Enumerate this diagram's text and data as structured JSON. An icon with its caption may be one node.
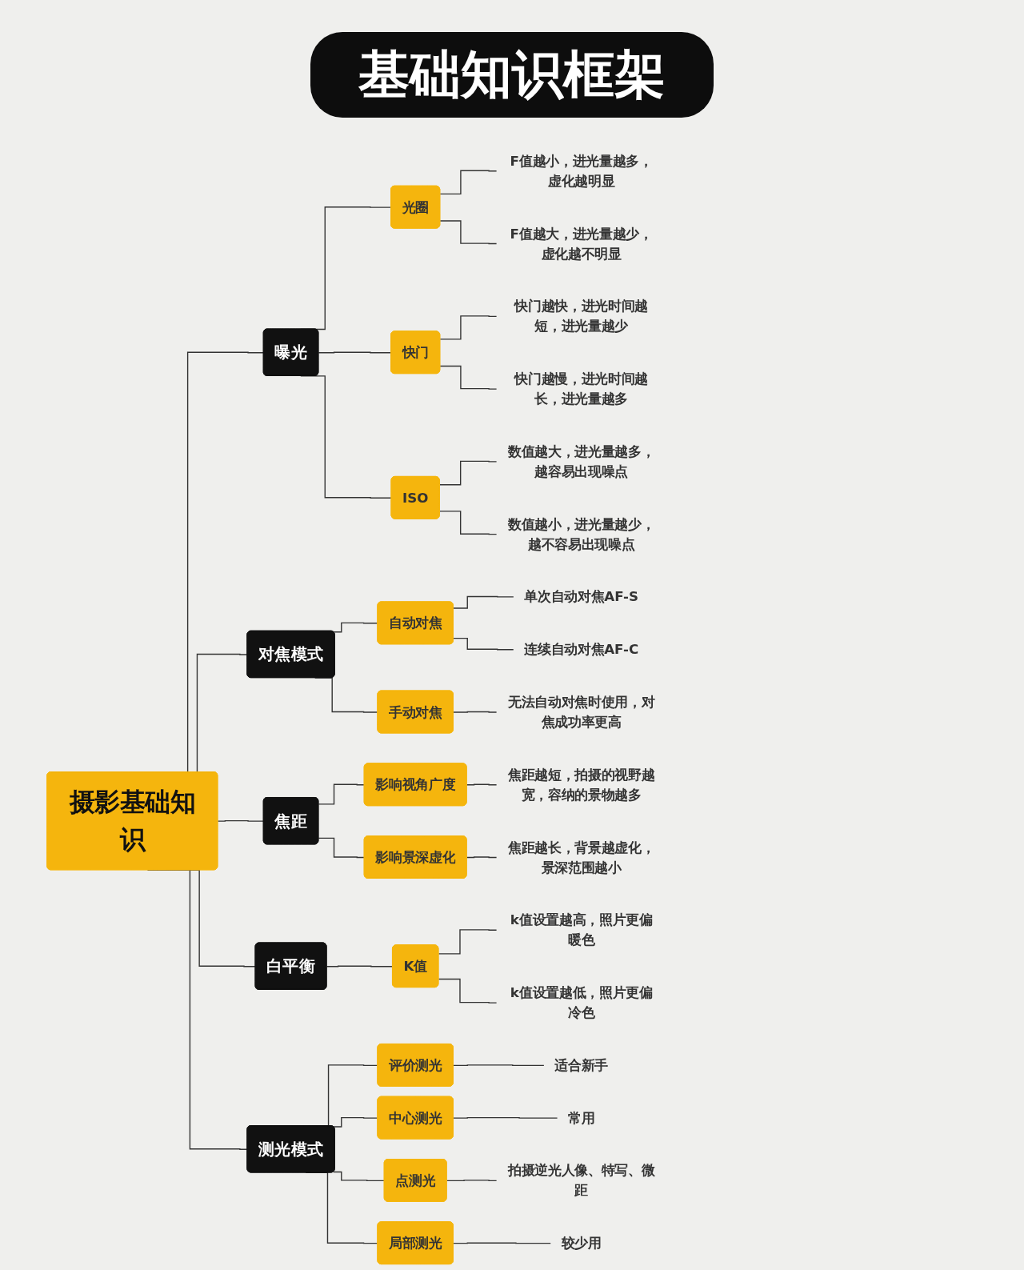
{
  "diagram": {
    "title": "基础知识框架",
    "nodes": [
      {
        "text": [
          "摄影基础知识"
        ]
      },
      {
        "text": [
          "曝光"
        ]
      },
      {
        "text": [
          "光圈"
        ]
      },
      {
        "text": [
          "F值越小，进光量越多，虚化越明显"
        ]
      },
      {
        "text": [
          "F值越大，进光量越少，虚化越不明显"
        ]
      },
      {
        "text": [
          "快门"
        ]
      },
      {
        "text": [
          "快门越快，进光时间越短，进光量越少"
        ]
      },
      {
        "text": [
          "快门越慢，进光时间越长，进光量越多"
        ]
      },
      {
        "text": [
          "ISO"
        ]
      },
      {
        "text": [
          "数值越大，进光量越多，越容易出现噪点"
        ]
      },
      {
        "text": [
          "数值越小，进光量越少，越不容易出现噪点"
        ]
      },
      {
        "text": [
          "对焦模式"
        ]
      },
      {
        "text": [
          "自动对焦"
        ]
      },
      {
        "text": [
          "单次自动对焦AF-S"
        ]
      },
      {
        "text": [
          "连续自动对焦AF-C"
        ]
      },
      {
        "text": [
          "手动对焦"
        ]
      },
      {
        "text": [
          "无法自动对焦时使用，对焦成功率更高"
        ]
      },
      {
        "text": [
          "焦距"
        ]
      },
      {
        "text": [
          "影响视角广度"
        ]
      },
      {
        "text": [
          "焦距越短，拍摄的视野越宽，容纳的景物越多"
        ]
      },
      {
        "text": [
          "影响景深虚化"
        ]
      },
      {
        "text": [
          "焦距越长，背景越虚化，景深范围越小"
        ]
      },
      {
        "text": [
          "白平衡"
        ]
      },
      {
        "text": [
          "K值"
        ]
      },
      {
        "text": [
          "k值设置越高，照片更偏暖色"
        ]
      },
      {
        "text": [
          "k值设置越低，照片更偏冷色"
        ]
      },
      {
        "text": [
          "测光模式"
        ]
      },
      {
        "text": [
          "评价测光"
        ]
      },
      {
        "text": [
          "适合新手"
        ]
      },
      {
        "text": [
          "中心测光"
        ]
      },
      {
        "text": [
          "常用"
        ]
      },
      {
        "text": [
          "点测光"
        ]
      },
      {
        "text": [
          "拍摄逆光人像、特写、微距"
        ]
      },
      {
        "text": [
          "局部测光"
        ]
      },
      {
        "text": [
          "较少用"
        ]
      }
    ],
    "edges": [
      {
        "from": 0,
        "to": 1,
        "arrow": "none"
      },
      {
        "from": 1,
        "to": 2,
        "arrow": "none"
      },
      {
        "from": 2,
        "to": 3,
        "arrow": "none"
      },
      {
        "from": 2,
        "to": 4,
        "arrow": "none"
      },
      {
        "from": 1,
        "to": 5,
        "arrow": "none"
      },
      {
        "from": 5,
        "to": 6,
        "arrow": "none"
      },
      {
        "from": 5,
        "to": 7,
        "arrow": "none"
      },
      {
        "from": 1,
        "to": 8,
        "arrow": "none"
      },
      {
        "from": 8,
        "to": 9,
        "arrow": "none"
      },
      {
        "from": 8,
        "to": 10,
        "arrow": "none"
      },
      {
        "from": 0,
        "to": 11,
        "arrow": "none"
      },
      {
        "from": 11,
        "to": 12,
        "arrow": "none"
      },
      {
        "from": 12,
        "to": 13,
        "arrow": "none"
      },
      {
        "from": 12,
        "to": 14,
        "arrow": "none"
      },
      {
        "from": 11,
        "to": 15,
        "arrow": "none"
      },
      {
        "from": 15,
        "to": 16,
        "arrow": "none"
      },
      {
        "from": 0,
        "to": 17,
        "arrow": "none"
      },
      {
        "from": 17,
        "to": 18,
        "arrow": "none"
      },
      {
        "from": 18,
        "to": 19,
        "arrow": "none"
      },
      {
        "from": 17,
        "to": 20,
        "arrow": "none"
      },
      {
        "from": 20,
        "to": 21,
        "arrow": "none"
      },
      {
        "from": 0,
        "to": 22,
        "arrow": "none"
      },
      {
        "from": 22,
        "to": 23,
        "arrow": "none"
      },
      {
        "from": 23,
        "to": 24,
        "arrow": "none"
      },
      {
        "from": 23,
        "to": 25,
        "arrow": "none"
      },
      {
        "from": 0,
        "to": 26,
        "arrow": "none"
      },
      {
        "from": 26,
        "to": 27,
        "arrow": "none"
      },
      {
        "from": 27,
        "to": 28,
        "arrow": "none"
      },
      {
        "from": 26,
        "to": 29,
        "arrow": "none"
      },
      {
        "from": 29,
        "to": 30,
        "arrow": "none"
      },
      {
        "from": 26,
        "to": 31,
        "arrow": "none"
      },
      {
        "from": 31,
        "to": 32,
        "arrow": "none"
      },
      {
        "from": 26,
        "to": 33,
        "arrow": "none"
      },
      {
        "from": 33,
        "to": 34,
        "arrow": "none"
      }
    ]
  }
}
